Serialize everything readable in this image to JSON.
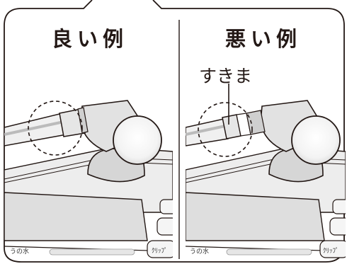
{
  "panels": {
    "good": {
      "title": "良い例",
      "mini_text": "うの水",
      "mini_icon_text": "ｸﾘｯﾌﾟ"
    },
    "bad": {
      "title": "悪い例",
      "callout": "すきま",
      "mini_text": "うの水",
      "mini_icon_text": "ｸﾘｯﾌﾟ"
    }
  },
  "colors": {
    "outline": "#231815",
    "fill_light": "#f2f2f2",
    "fill_mid": "#d9d9d9",
    "fill_dark": "#c8c8c8"
  },
  "icons": [
    "dashed-circle-marker",
    "leader-line"
  ]
}
